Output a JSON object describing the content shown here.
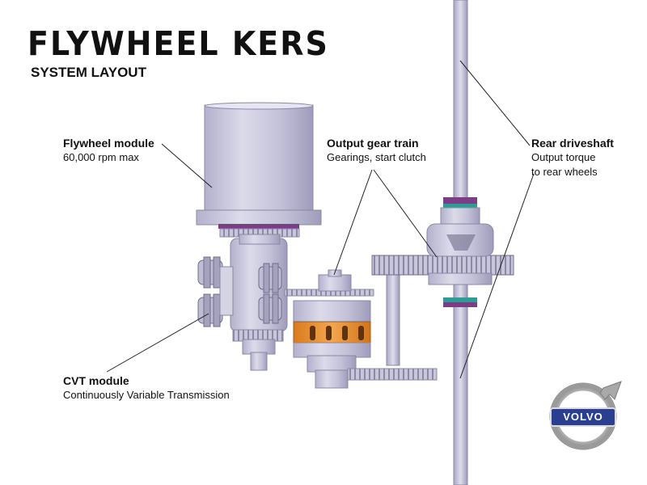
{
  "title": "FLYWHEEL KERS",
  "subtitle": "SYSTEM LAYOUT",
  "labels": {
    "flywheel": {
      "heading": "Flywheel module",
      "detail": "60,000 rpm max"
    },
    "output": {
      "heading": "Output gear train",
      "detail": "Gearings, start clutch"
    },
    "rear": {
      "heading": "Rear driveshaft",
      "detail_line1": "Output torque",
      "detail_line2": "to rear wheels"
    },
    "cvt": {
      "heading": "CVT module",
      "detail": "Continuously Variable Transmission"
    }
  },
  "logo": {
    "text": "VOLVO"
  },
  "colors": {
    "metal": "#c9c8dc",
    "metal_dark": "#8e8ca8",
    "metal_light": "#e4e3f0",
    "orange": "#e8902e",
    "teal": "#2f9b95",
    "purple": "#7a3d86",
    "logo_blue": "#2a3f8f"
  }
}
